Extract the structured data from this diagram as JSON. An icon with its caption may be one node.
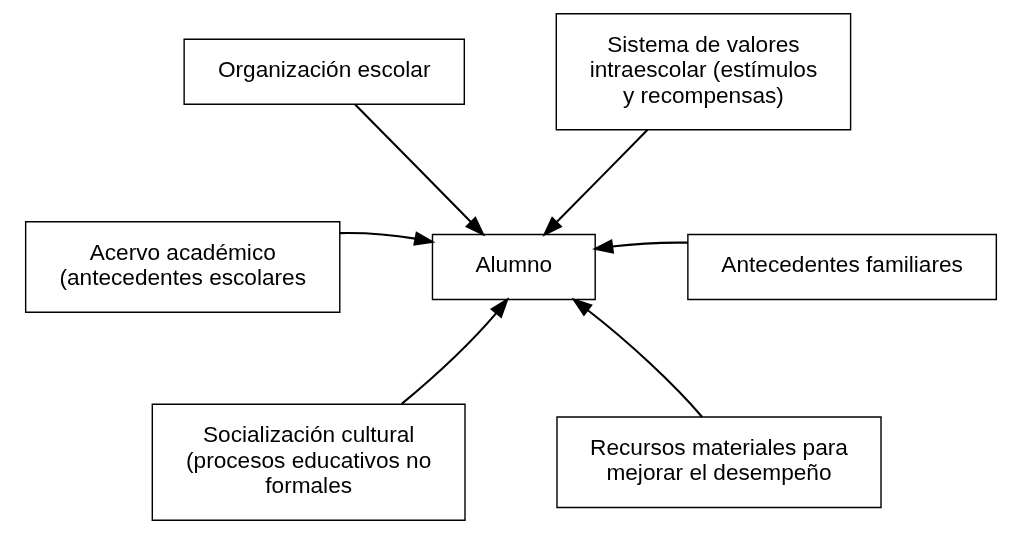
{
  "diagram": {
    "nodes": [
      {
        "text": [
          "Organización escolar"
        ]
      },
      {
        "text": [
          "Sistema de valores intraescolar (estímulos y recompensas)"
        ]
      },
      {
        "text": [
          "Acervo académico (antecedentes escolares"
        ]
      },
      {
        "text": [
          "Alumno"
        ]
      },
      {
        "text": [
          "Antecedentes familiares"
        ]
      },
      {
        "text": [
          "Socialización cultural (procesos educativos no formales"
        ]
      },
      {
        "text": [
          "Recursos materiales para mejorar el desempeño"
        ]
      }
    ],
    "edges": [
      {
        "from": 0,
        "to": 3,
        "arrow": "to"
      },
      {
        "from": 1,
        "to": 3,
        "arrow": "to"
      },
      {
        "from": 2,
        "to": 3,
        "arrow": "to"
      },
      {
        "from": 4,
        "to": 3,
        "arrow": "to"
      },
      {
        "from": 5,
        "to": 3,
        "arrow": "to"
      },
      {
        "from": 6,
        "to": 3,
        "arrow": "to"
      }
    ]
  }
}
